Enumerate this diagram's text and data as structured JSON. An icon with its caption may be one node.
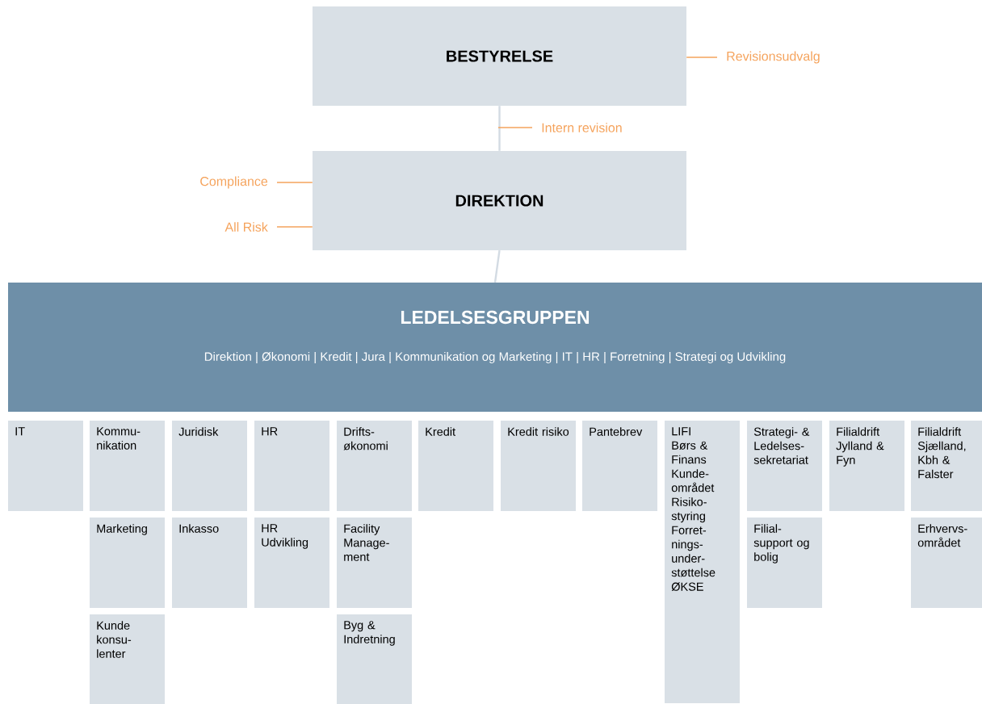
{
  "diagram": {
    "nodes": [
      {
        "text": [
          "BESTYRELSE"
        ]
      },
      {
        "text": [
          "Revisionsudvalg"
        ]
      },
      {
        "text": [
          "Intern revision"
        ]
      },
      {
        "text": [
          "DIREKTION"
        ]
      },
      {
        "text": [
          "Compliance"
        ]
      },
      {
        "text": [
          "All Risk"
        ]
      },
      {
        "text": [
          "LEDELSESGRUPPEN",
          "Direktion | Økonomi | Kredit | Jura | Kommunikation og Marketing | IT | HR | Forretning | Strategi og Udvikling"
        ]
      },
      {
        "text": [
          "IT"
        ]
      },
      {
        "text": [
          "Kommu- nikation"
        ]
      },
      {
        "text": [
          "Juridisk"
        ]
      },
      {
        "text": [
          "HR"
        ]
      },
      {
        "text": [
          "Drifts- økonomi"
        ]
      },
      {
        "text": [
          "Kredit"
        ]
      },
      {
        "text": [
          "Kredit risiko"
        ]
      },
      {
        "text": [
          "Pantebrev"
        ]
      },
      {
        "text": [
          "LIFI",
          "Børs & Finans",
          "Kunde- området",
          "Risiko- styring",
          "Forret- nings- under- støttelse",
          "ØKSE"
        ]
      },
      {
        "text": [
          "Strategi- & Ledelses- sekretariat"
        ]
      },
      {
        "text": [
          "Filialdrift Jylland & Fyn"
        ]
      },
      {
        "text": [
          "Filialdrift Sjælland, Kbh & Falster"
        ]
      },
      {
        "text": [
          "Marketing"
        ]
      },
      {
        "text": [
          "Inkasso"
        ]
      },
      {
        "text": [
          "HR Udvikling"
        ]
      },
      {
        "text": [
          "Facility Manage- ment"
        ]
      },
      {
        "text": [
          "Filial- support og bolig"
        ]
      },
      {
        "text": [
          "Erhvervs- området"
        ]
      },
      {
        "text": [
          "Kunde konsu- lenter"
        ]
      },
      {
        "text": [
          "Byg & Indretning"
        ]
      }
    ],
    "edges": [
      {
        "from": 0,
        "to": 3,
        "arrow": "none",
        "color": "#d3dbe3"
      },
      {
        "from": 3,
        "to": 6,
        "arrow": "none",
        "color": "#d3dbe3"
      },
      {
        "from": 1,
        "to": 0,
        "arrow": "none"
      },
      {
        "from": 2,
        "to": null,
        "arrow": "none"
      },
      {
        "from": 4,
        "to": 3,
        "arrow": "none"
      },
      {
        "from": 5,
        "to": 3,
        "arrow": "none"
      }
    ]
  }
}
